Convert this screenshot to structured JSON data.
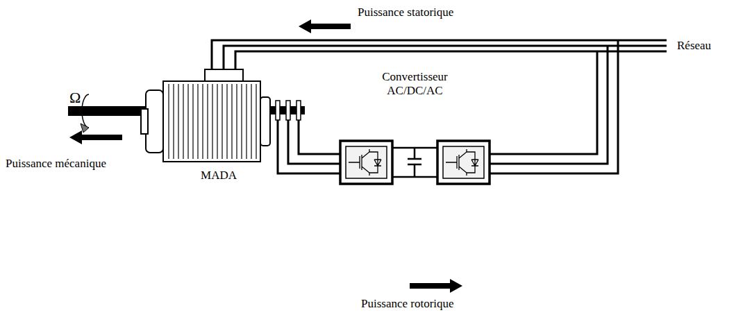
{
  "diagram": {
    "nodes": [
      {
        "text": [
          "MADA"
        ]
      },
      {
        "text": [
          "Convertisseur AC/DC/AC"
        ]
      }
    ],
    "edges": [
      {
        "from": 0,
        "to": 1,
        "arrow": "none"
      }
    ],
    "labels": [
      "Puissance statorique",
      "Réseau",
      "Ω",
      "Puissance mécanique",
      "Puissance rotorique"
    ]
  }
}
